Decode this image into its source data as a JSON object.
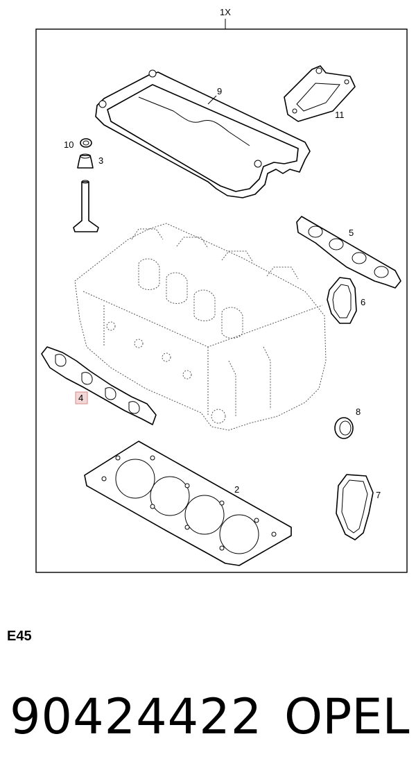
{
  "diagram": {
    "kit_quantity": "1X",
    "callouts": [
      "9",
      "11",
      "10",
      "3",
      "5",
      "6",
      "4",
      "8",
      "2",
      "7"
    ],
    "highlighted_callout": "4"
  },
  "footer": {
    "code": "E45",
    "part_number": "90424422",
    "brand": "OPEL"
  },
  "colors": {
    "highlight_fill": "#f3d6d6",
    "highlight_stroke": "#d98a8a"
  }
}
